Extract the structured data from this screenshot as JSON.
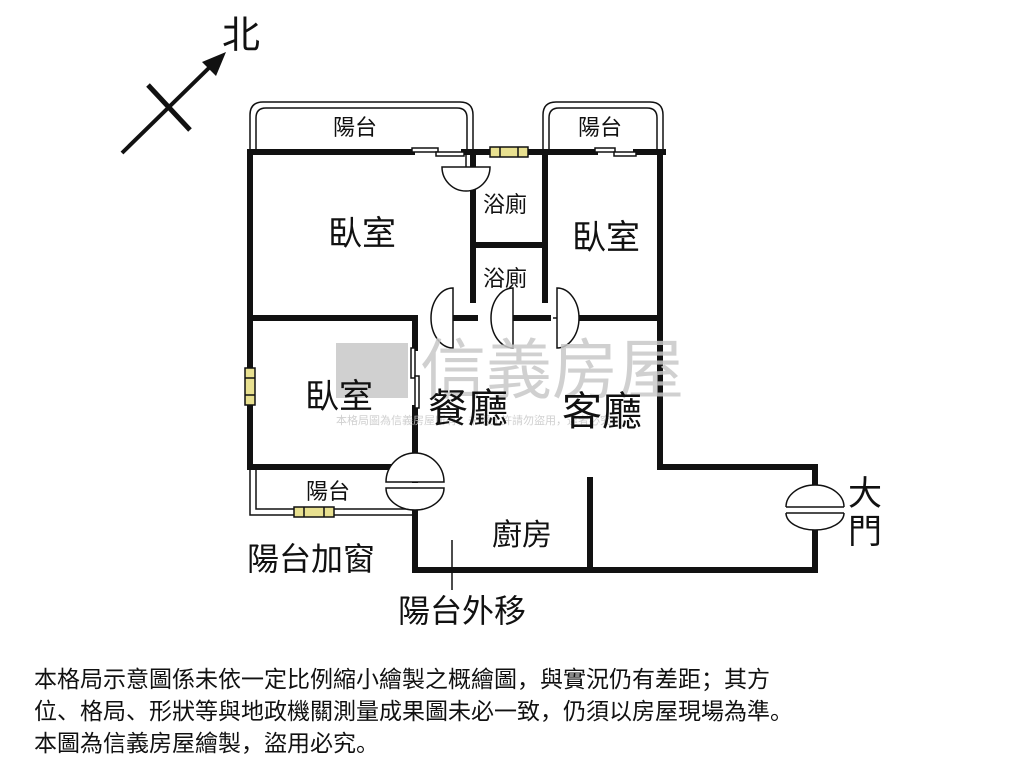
{
  "north_label": "北",
  "rooms": {
    "balcony_top_left": "陽台",
    "balcony_top_right": "陽台",
    "bathroom_upper": "浴廁",
    "bathroom_lower": "浴廁",
    "bedroom_top_left": "臥室",
    "bedroom_top_right": "臥室",
    "bedroom_left": "臥室",
    "dining_room": "餐廳",
    "living_room": "客廳",
    "balcony_bottom_left": "陽台",
    "kitchen": "廚房",
    "main_door_1": "大",
    "main_door_2": "門"
  },
  "annotations": {
    "balcony_window": "陽台加窗",
    "balcony_moved": "陽台外移"
  },
  "watermark": {
    "brand": "信義房屋",
    "notice": "本格局圖為信義房屋所有，未經允許請勿盜用，違者必究"
  },
  "disclaimer": {
    "line1": "本格局示意圖係未依一定比例縮小繪製之概繪圖，與實況仍有差距；其方",
    "line2": "位、格局、形狀等與地政機關測量成果圖未必一致，仍須以房屋現場為準。",
    "line3": "本圖為信義房屋繪製，盜用必究。"
  },
  "colors": {
    "wall": "#111111",
    "window": "#e8e090",
    "watermark": "#c8c8c8"
  }
}
